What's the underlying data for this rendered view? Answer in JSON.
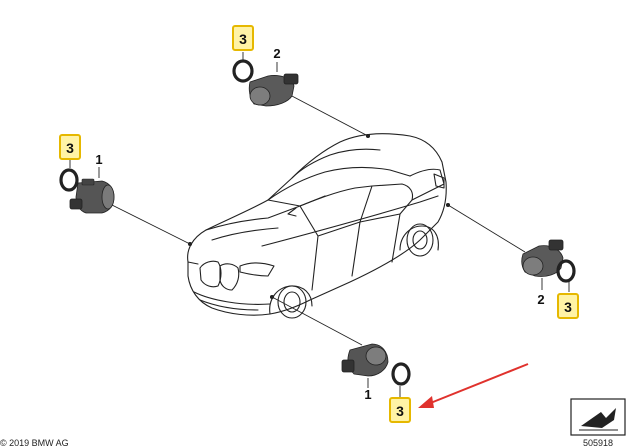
{
  "colors": {
    "highlight_border": "#e6b800",
    "highlight_fill": "#fff3a6",
    "arrow": "#e0322d",
    "sensor_dark": "#3a3a3a",
    "sensor_mid": "#6b6b6b",
    "car_line": "#222222"
  },
  "callouts": [
    {
      "id": "front-left-ring",
      "label": "3",
      "highlighted": true
    },
    {
      "id": "front-left-sensor",
      "label": "1",
      "highlighted": false
    },
    {
      "id": "rear-top-ring",
      "label": "3",
      "highlighted": true
    },
    {
      "id": "rear-top-sensor",
      "label": "2",
      "highlighted": false
    },
    {
      "id": "rear-right-sensor",
      "label": "2",
      "highlighted": false
    },
    {
      "id": "rear-right-ring",
      "label": "3",
      "highlighted": true
    },
    {
      "id": "front-bottom-sensor",
      "label": "1",
      "highlighted": false
    },
    {
      "id": "front-bottom-ring",
      "label": "3",
      "highlighted": true
    }
  ],
  "footer": {
    "copyright": "© 2019 BMW AG",
    "diagram_number": "505918"
  },
  "icons": {
    "annotation_arrow": "red-arrow-icon",
    "corner_symbol": "arrow-box-icon"
  }
}
